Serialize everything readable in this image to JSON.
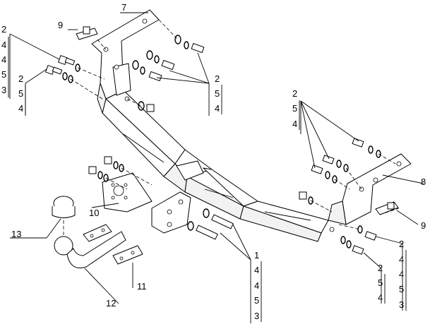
{
  "callouts": {
    "c_2_left_top": "2",
    "c_4_left_a": "4",
    "c_4_left_b": "4",
    "c_5_left": "5",
    "c_3_left": "3",
    "c_2_left_mid": "2",
    "c_5_left_mid": "5",
    "c_4_left_mid": "4",
    "c_7": "7",
    "c_9_top": "9",
    "c_2_center": "2",
    "c_5_center": "5",
    "c_4_center": "4",
    "c_2_right_top": "2",
    "c_5_right_top": "5",
    "c_4_right_top": "4",
    "c_8": "8",
    "c_9_right": "9",
    "c_2_right_bot": "2",
    "c_4_right_a": "4",
    "c_4_right_b": "4",
    "c_5_right": "5",
    "c_3_right": "3",
    "c_2_right_mid": "2",
    "c_5_right_mid": "5",
    "c_4_right_mid": "4",
    "c_1": "1",
    "c_4_bot_a": "4",
    "c_4_bot_b": "4",
    "c_5_bot": "5",
    "c_3_bot": "3",
    "c_10": "10",
    "c_11": "11",
    "c_12": "12",
    "c_13": "13"
  }
}
